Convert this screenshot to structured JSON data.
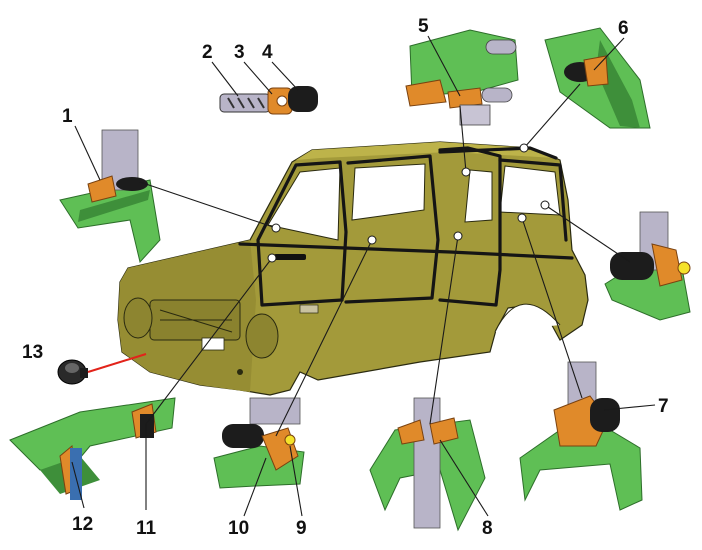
{
  "colors": {
    "body_paint": "#a39a3a",
    "body_shadow": "#7d752a",
    "panel_green": "#5fbf55",
    "panel_green_dark": "#3e8f3a",
    "seal_orange": "#e08a2a",
    "rubber_black": "#1c1c1c",
    "metal_gray": "#b8b4c8",
    "pointer_red": "#e2231a"
  },
  "callouts": [
    {
      "id": "1",
      "label": "1"
    },
    {
      "id": "2",
      "label": "2"
    },
    {
      "id": "3",
      "label": "3"
    },
    {
      "id": "4",
      "label": "4"
    },
    {
      "id": "5",
      "label": "5"
    },
    {
      "id": "6",
      "label": "6"
    },
    {
      "id": "7",
      "label": "7"
    },
    {
      "id": "8",
      "label": "8"
    },
    {
      "id": "9",
      "label": "9"
    },
    {
      "id": "10",
      "label": "10"
    },
    {
      "id": "11",
      "label": "11"
    },
    {
      "id": "12",
      "label": "12"
    },
    {
      "id": "13",
      "label": "13"
    }
  ],
  "icons": {
    "car_body": "car-body-shell",
    "seal_detail": "seal-cross-section",
    "plug": "rubber-plug"
  }
}
